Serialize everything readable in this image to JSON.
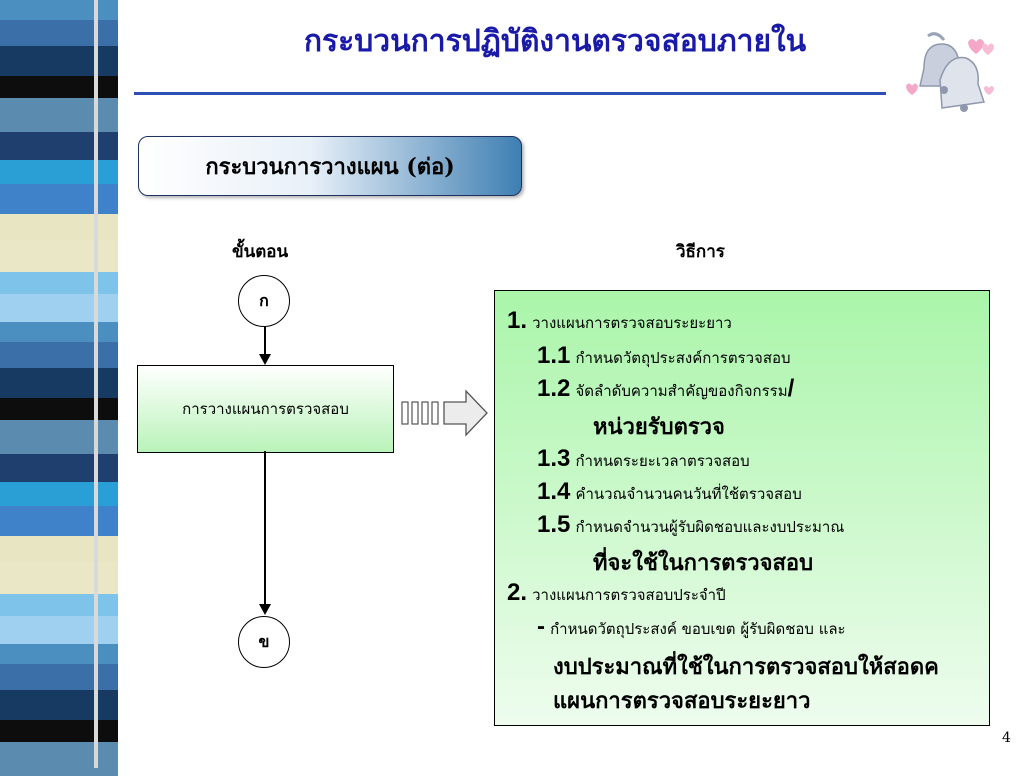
{
  "slide": {
    "title": "กระบวนการปฏิบัติงานตรวจสอบภายใน",
    "page_number": "4"
  },
  "section": {
    "label": "กระบวนการวางแผน (ต่อ)"
  },
  "columns": {
    "steps_header": "ขั้นตอน",
    "method_header": "วิธีการ"
  },
  "flow": {
    "start_node": "ก",
    "step_label": "การวางแผนการตรวจสอบ",
    "end_node": "ข"
  },
  "methods": {
    "item1_num": "1.",
    "item1_text": "วางแผนการตรวจสอบระยะยาว",
    "sub1_1_num": "1.1",
    "sub1_1_text": "กำหนดวัตถุประสงค์การตรวจสอบ",
    "sub1_2_num": "1.2",
    "sub1_2_text": "จัดลำดับความสำคัญของกิจกรรม",
    "sub1_2_slash": "/",
    "sub1_2_cont": "หน่วยรับตรวจ",
    "sub1_3_num": "1.3",
    "sub1_3_text": "กำหนดระยะเวลาตรวจสอบ",
    "sub1_4_num": "1.4",
    "sub1_4_text": "คำนวณจำนวนคนวันที่ใช้ตรวจสอบ",
    "sub1_5_num": "1.5",
    "sub1_5_text": "กำหนดจำนวนผู้รับผิดชอบและงบประมาณ",
    "sub1_5_cont": "ที่จะใช้ในการตรวจสอบ",
    "item2_num": "2.",
    "item2_text": "วางแผนการตรวจสอบประจำปี",
    "item2_dash": "-",
    "item2_detail": "กำหนดวัตถุประสงค์ ขอบเขต ผู้รับผิดชอบ และ",
    "item2_cont1": "งบประมาณที่ใช้ในการตรวจสอบให้สอดค",
    "item2_cont2": "แผนการตรวจสอบระยะยาว"
  },
  "colors": {
    "title": "#1a1aa8",
    "rule": "#2e4fb5",
    "method_fill": "#aaf5aa",
    "step_fill": "#b9f3b9"
  },
  "icons": {
    "decor": "wedding-bells-icon",
    "arrow": "striped-block-arrow-icon"
  }
}
